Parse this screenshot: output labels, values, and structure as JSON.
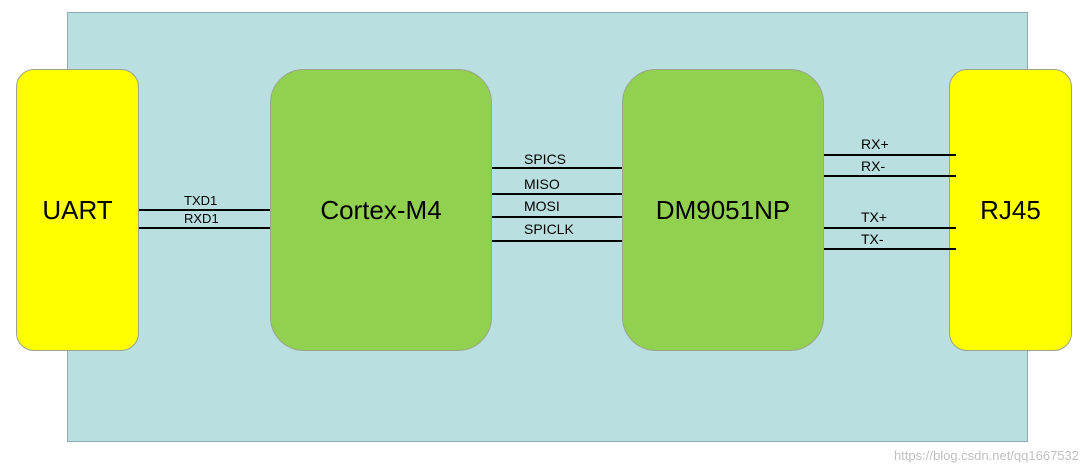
{
  "blocks": {
    "uart": "UART",
    "cortex": "Cortex-M4",
    "dm9051": "DM9051NP",
    "rj45": "RJ45"
  },
  "uart_signals": [
    "TXD1",
    "RXD1"
  ],
  "spi_signals": [
    "SPICS",
    "MISO",
    "MOSI",
    "SPICLK"
  ],
  "eth_signals": [
    "RX+",
    "RX-",
    "TX+",
    "TX-"
  ],
  "watermark": "https://blog.csdn.net/qq1667532",
  "colors": {
    "board": "#b9dfe1",
    "connector": "#ffff00",
    "chip": "#92d050"
  }
}
